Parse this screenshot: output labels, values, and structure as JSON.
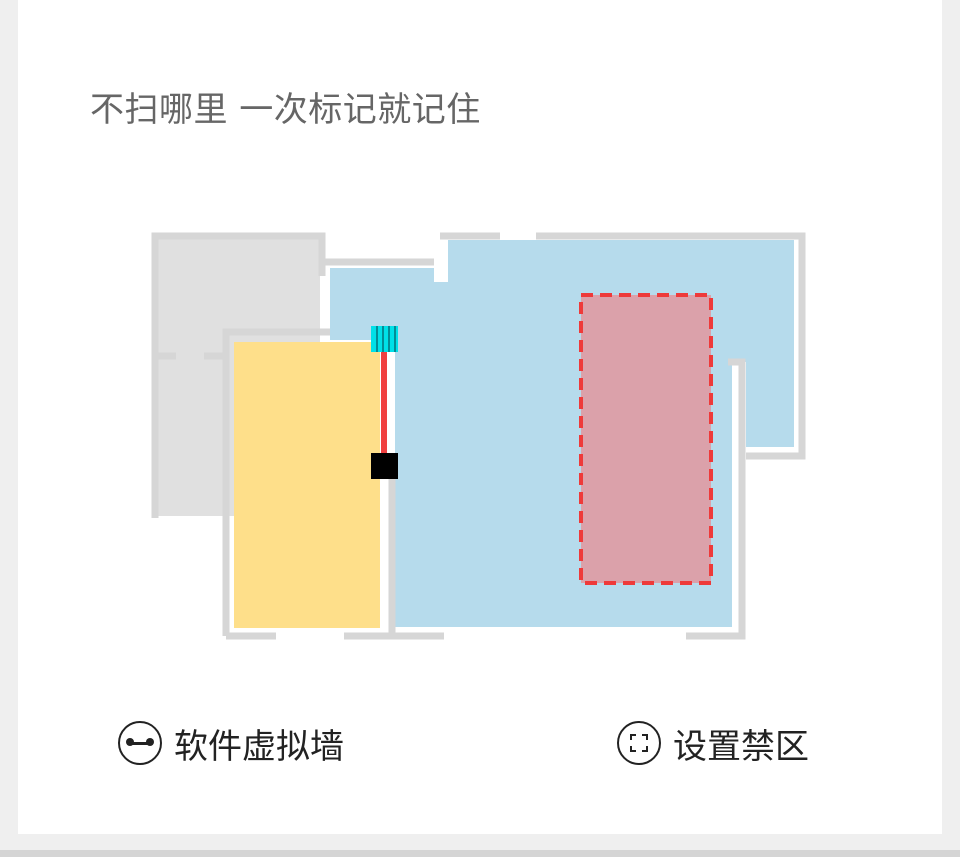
{
  "headline": "不扫哪里 一次标记就记住",
  "legend": {
    "virtual_wall": {
      "icon": "virtual-wall-icon",
      "label": "软件虚拟墙"
    },
    "no_go_zone": {
      "icon": "no-go-zone-icon",
      "label": "设置禁区"
    }
  },
  "colors": {
    "background": "#efefef",
    "card": "#ffffff",
    "wall": "#d6d6d6",
    "room_uncleaned": "#e0e0e0",
    "room_blue": "#b6dbec",
    "room_yellow": "#fedf8a",
    "virtual_wall_line": "#f04040",
    "no_go_zone_fill": "#dba1aa",
    "no_go_zone_border": "#ee3a3a",
    "start_marker": "#00e0e8",
    "robot_marker": "#000000"
  }
}
